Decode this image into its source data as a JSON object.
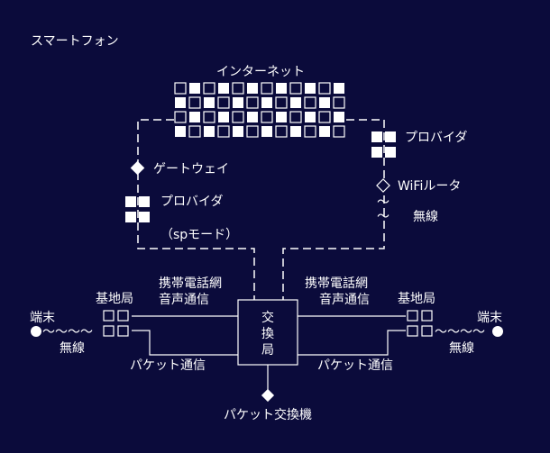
{
  "title": "スマートフォン",
  "internet": {
    "label": "インターネット"
  },
  "left_path": {
    "gateway": "ゲートウェイ",
    "provider": "プロバイダ",
    "sp_mode": "（spモード）"
  },
  "right_path": {
    "provider": "プロバイダ",
    "wifi_router": "WiFiルータ",
    "wave_1": "〜",
    "wave_2": "〜",
    "wireless": "無線"
  },
  "exchange": {
    "line1": "交",
    "line2": "換",
    "line3": "局"
  },
  "left_side": {
    "network_line1": "携帯電話網",
    "network_line2": "音声通信",
    "base_station": "基地局",
    "terminal": "端末",
    "wave": "〜〜〜〜",
    "wireless": "無線",
    "packet": "パケット通信"
  },
  "right_side": {
    "network_line1": "携帯電話網",
    "network_line2": "音声通信",
    "base_station": "基地局",
    "terminal": "端末",
    "wave": "〜〜〜〜",
    "wireless": "無線",
    "packet": "パケット通信"
  },
  "packet_exchange": "パケット交換機",
  "colors": {
    "background": "#0b0b3b",
    "foreground": "#ffffff"
  }
}
